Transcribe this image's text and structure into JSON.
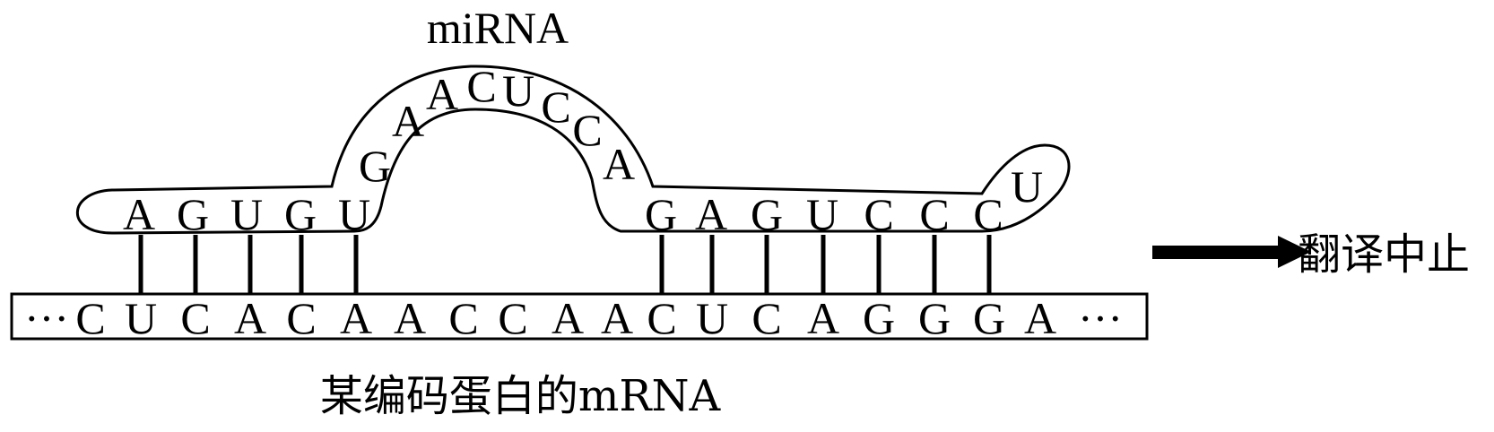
{
  "title_mirna": "miRNA",
  "label_mrna": "某编码蛋白的mRNA",
  "result_label": "翻译中止",
  "ellipsis": "···",
  "mrna_bases": [
    "C",
    "U",
    "C",
    "A",
    "C",
    "A",
    "A",
    "C",
    "C",
    "A",
    "A",
    "C",
    "U",
    "C",
    "A",
    "G",
    "G",
    "G",
    "A"
  ],
  "mirna_left_bases": [
    "A",
    "G",
    "U",
    "G",
    "U"
  ],
  "mirna_loop_bases": [
    "G",
    "A",
    "A",
    "C",
    "U",
    "C",
    "C",
    "A"
  ],
  "mirna_right_bases": [
    "G",
    "A",
    "G",
    "U",
    "C",
    "C",
    "C"
  ],
  "mirna_tail_base": "U"
}
